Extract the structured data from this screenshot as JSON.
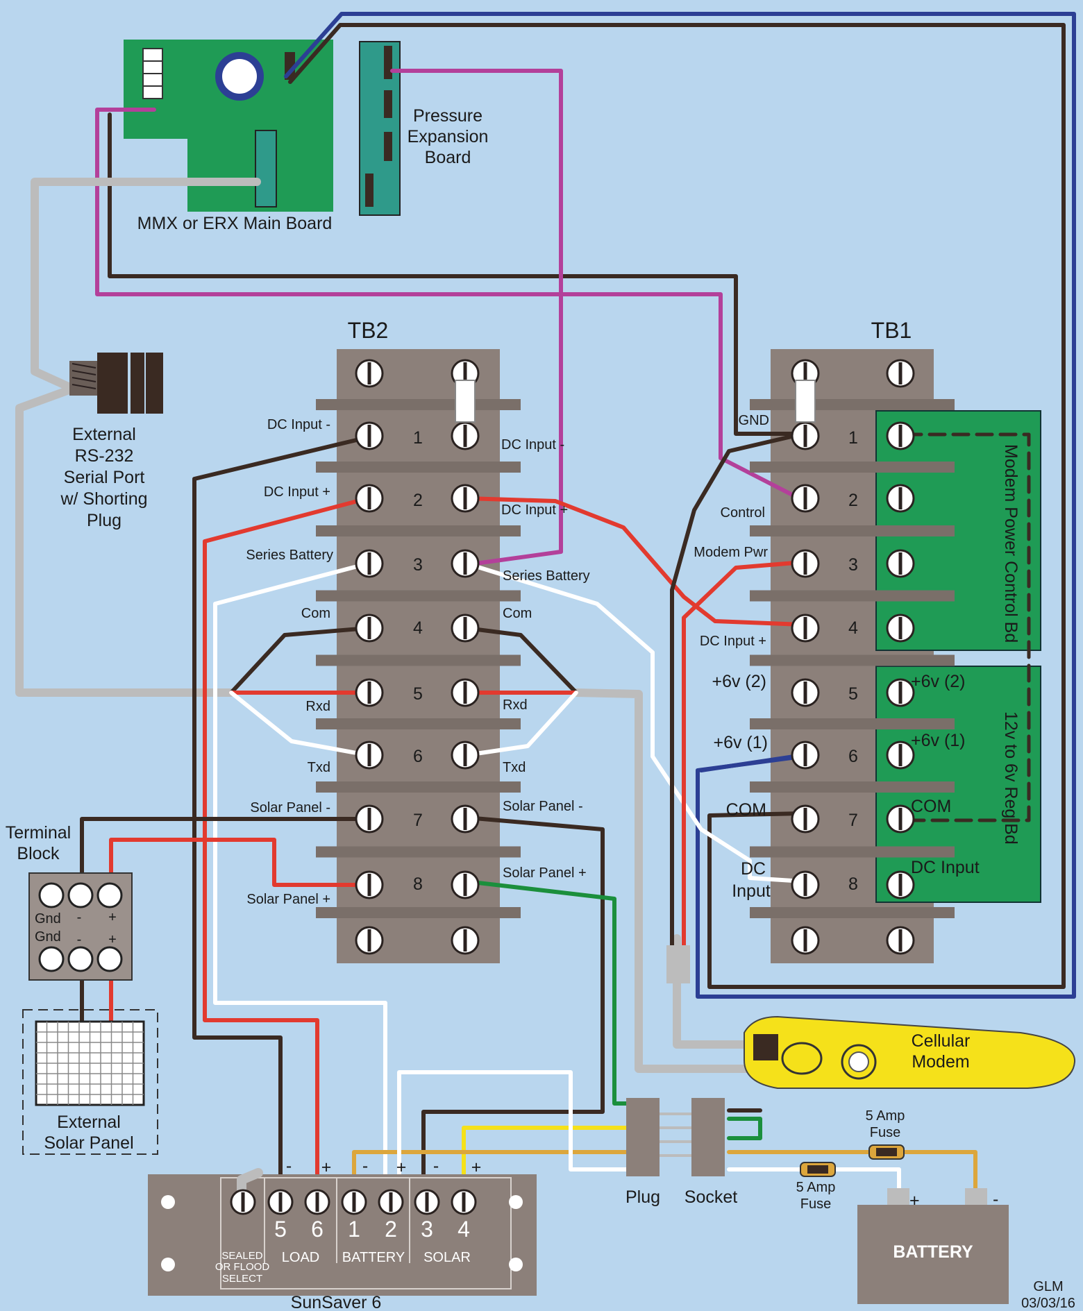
{
  "colors": {
    "background": "#b9d6ee",
    "terminal_block": "#8c807a",
    "board_green": "#1f9b55",
    "wire_black": "#3a2a22",
    "wire_red": "#e23a2f",
    "wire_white": "#ffffff",
    "wire_gray": "#bcbcbc",
    "wire_magenta": "#b3409a",
    "wire_blue": "#2c3f94",
    "wire_green": "#1b8f3c",
    "wire_yellow": "#f5e11a",
    "wire_orange": "#dca63c",
    "modem_yellow": "#f5e11a"
  },
  "boards": {
    "main_board": "MMX or ERX Main Board",
    "pressure_board": [
      "Pressure",
      "Expansion",
      "Board"
    ],
    "modem_power_board": "Modem Power Control Bd",
    "regulator_board": "12v to 6v Reg Bd"
  },
  "serial_port": [
    "External",
    "RS-232",
    "Serial Port",
    "w/ Shorting",
    "Plug"
  ],
  "tb2": {
    "title": "TB2",
    "numbers": [
      "1",
      "2",
      "3",
      "4",
      "5",
      "6",
      "7",
      "8"
    ],
    "left_labels": [
      "DC Input -",
      "DC Input +",
      "Series Battery",
      "Com",
      "Rxd",
      "Txd",
      "Solar Panel -",
      "Solar Panel +"
    ],
    "right_labels": [
      "DC Input -",
      "DC Input +",
      "Series Battery",
      "Com",
      "Rxd",
      "Txd",
      "Solar Panel -",
      "Solar Panel +"
    ]
  },
  "tb1": {
    "title": "TB1",
    "numbers": [
      "1",
      "2",
      "3",
      "4",
      "5",
      "6",
      "7",
      "8"
    ],
    "left_labels": [
      "GND",
      "Control",
      "Modem Pwr",
      "DC Input +",
      "+6v (2)",
      "+6v (1)",
      "COM",
      "DC",
      "Input"
    ],
    "reg_labels": [
      "+6v (2)",
      "+6v (1)",
      "COM",
      "DC Input"
    ]
  },
  "terminal_block": {
    "title": [
      "Terminal",
      "Block"
    ],
    "row1": [
      "Gnd",
      "-",
      "+"
    ],
    "row2": [
      "Gnd",
      "-",
      "+"
    ]
  },
  "solar_panel": [
    "External",
    "Solar Panel"
  ],
  "modem": [
    "Cellular",
    "Modem"
  ],
  "connectors": {
    "plug": "Plug",
    "socket": "Socket"
  },
  "fuses": {
    "fuse1": [
      "5 Amp",
      "Fuse"
    ],
    "fuse2": [
      "5 Amp",
      "Fuse"
    ]
  },
  "battery": {
    "label": "BATTERY",
    "plus": "+",
    "minus": "-"
  },
  "sunsaver": {
    "title": "SunSaver 6",
    "numbers": [
      "5",
      "6",
      "1",
      "2",
      "3",
      "4"
    ],
    "polarity": [
      "-",
      "+",
      "-",
      "+",
      "-",
      "+"
    ],
    "groups": [
      "LOAD",
      "BATTERY",
      "SOLAR"
    ],
    "select": [
      "SEALED",
      "OR FLOOD",
      "SELECT"
    ]
  },
  "signature": [
    "GLM",
    "03/03/16"
  ]
}
